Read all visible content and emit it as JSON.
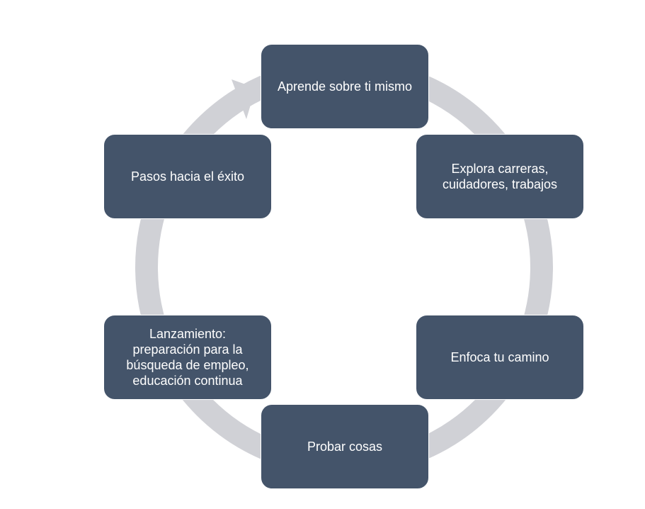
{
  "diagram": {
    "type": "cycle",
    "colors": {
      "box_fill": "#44546a",
      "box_text": "#ffffff",
      "ring": "#d0d1d6"
    },
    "steps": [
      {
        "label": "Aprende sobre ti mismo"
      },
      {
        "label": "Explora carreras,\ncuidadores, trabajos"
      },
      {
        "label": "Enfoca tu camino"
      },
      {
        "label": "Probar cosas"
      },
      {
        "label": "Lanzamiento:\npreparación para la\nbúsqueda de empleo,\neducación continua"
      },
      {
        "label": "Pasos hacia el éxito"
      }
    ]
  }
}
